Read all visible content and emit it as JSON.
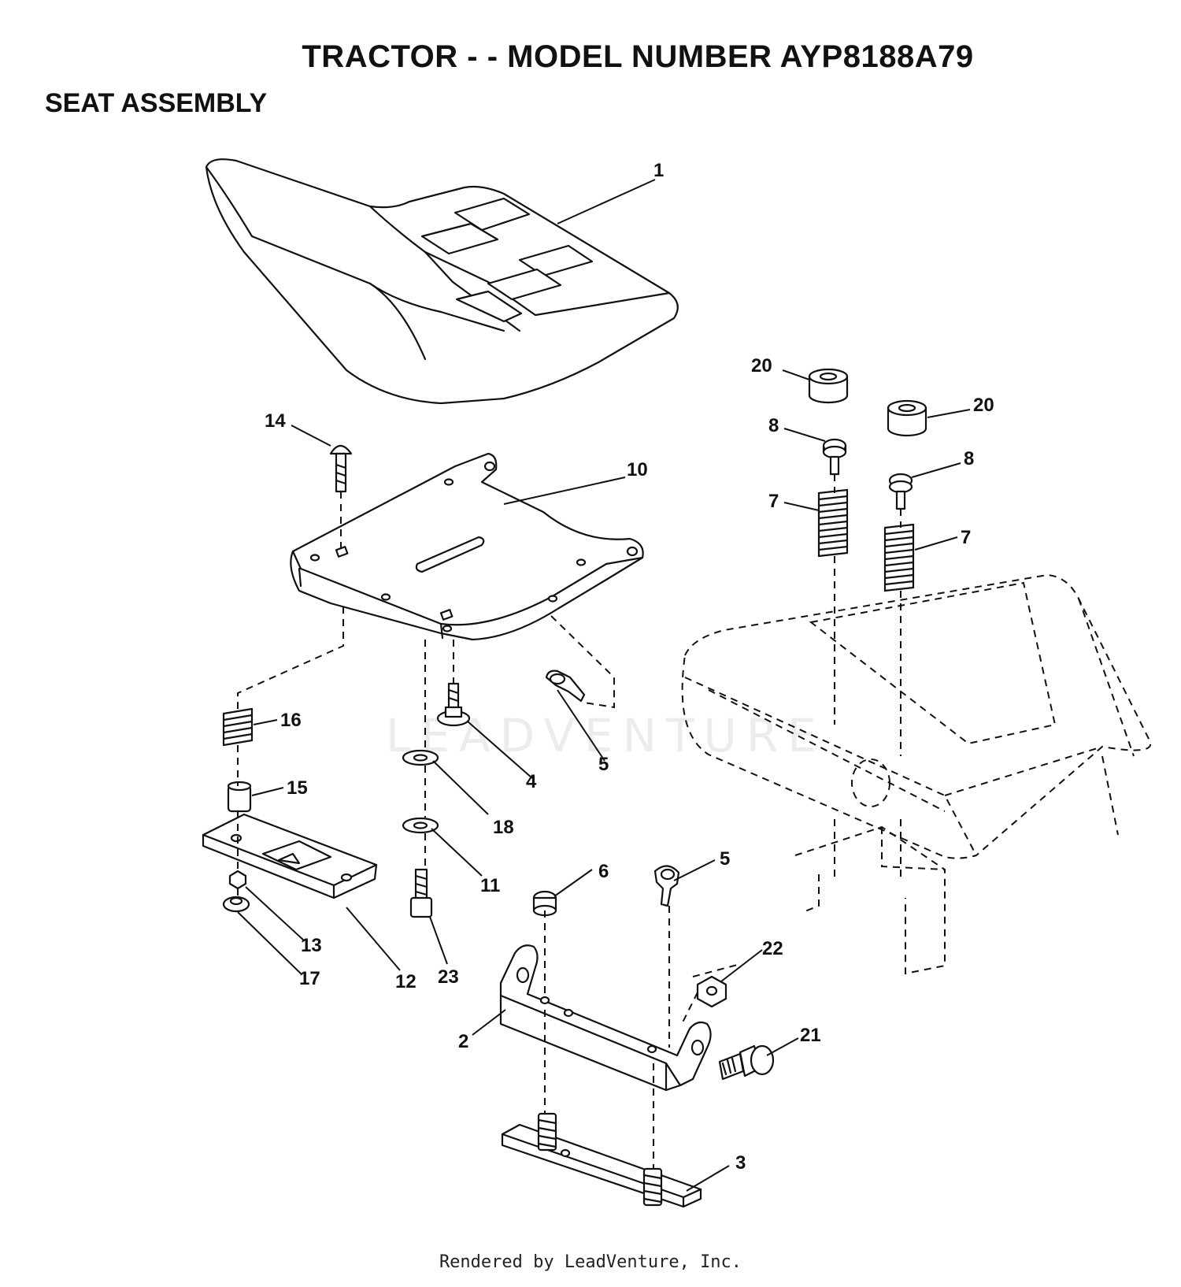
{
  "header": {
    "title": "TRACTOR - - MODEL NUMBER AYP8188A79",
    "subtitle": "SEAT ASSEMBLY"
  },
  "watermark": "LEADVENTURE",
  "footer": "Rendered by LeadVenture, Inc.",
  "callouts": {
    "c1": "1",
    "c2": "2",
    "c3": "3",
    "c4": "4",
    "c5a": "5",
    "c5b": "5",
    "c6": "6",
    "c7a": "7",
    "c7b": "7",
    "c8a": "8",
    "c8b": "8",
    "c10": "10",
    "c11": "11",
    "c12": "12",
    "c13": "13",
    "c14": "14",
    "c15": "15",
    "c16": "16",
    "c17": "17",
    "c18": "18",
    "c20a": "20",
    "c20b": "20",
    "c21": "21",
    "c22": "22",
    "c23": "23"
  }
}
